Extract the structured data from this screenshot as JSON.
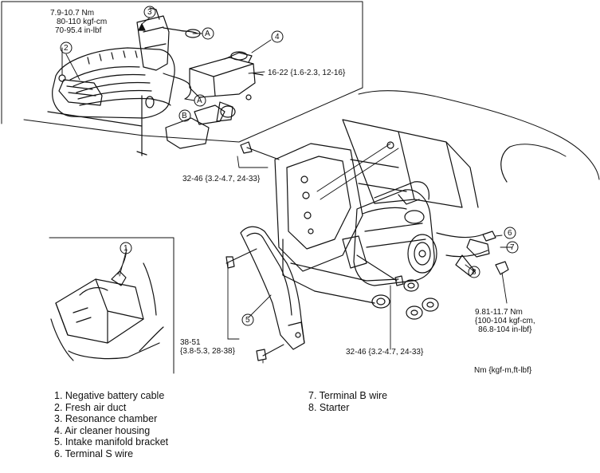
{
  "torques": {
    "t1": [
      "7.9-10.7 Nm",
      "80-110 kgf-cm",
      "70-95.4 in-lbf"
    ],
    "t2": "16-22 {1.6-2.3, 12-16}",
    "t3": "32-46 {3.2-4.7, 24-33}",
    "t4": [
      "38-51",
      "{3.8-5.3, 28-38}"
    ],
    "t5": "32-46 {3.2-4.7, 24-33}",
    "t6": [
      "9.81-11.7 Nm",
      "{100-104 kgf-cm,",
      "86.8-104 in-lbf}"
    ],
    "units": "Nm {kgf-m,ft-lbf}"
  },
  "callouts": {
    "n1": "1",
    "n2": "2",
    "n3": "3",
    "n4": "4",
    "n5": "5",
    "n6": "6",
    "n7": "7",
    "n8": "8",
    "a": "A",
    "b": "B"
  },
  "legend": {
    "left": [
      "1. Negative battery cable",
      "2. Fresh air duct",
      "3. Resonance chamber",
      "4. Air cleaner housing",
      "5. Intake manifold bracket",
      "6. Terminal S wire"
    ],
    "right": [
      "7. Terminal B wire",
      "8. Starter"
    ]
  }
}
